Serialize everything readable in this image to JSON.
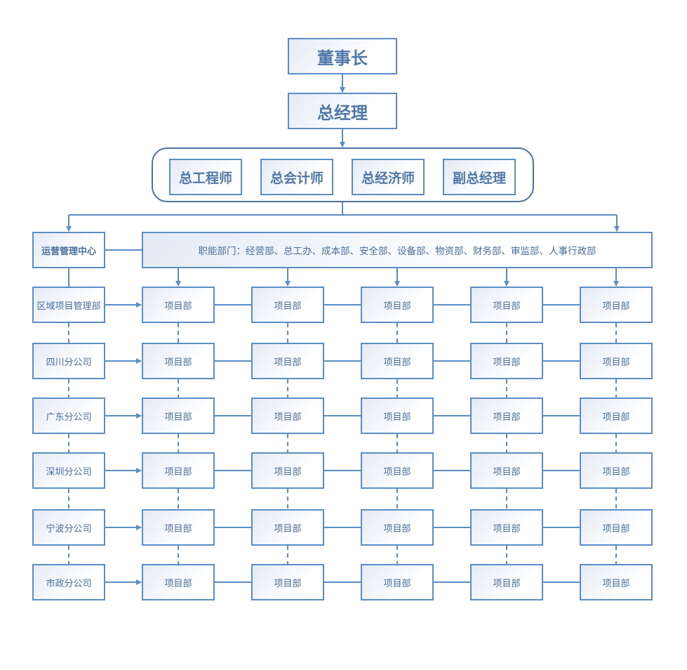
{
  "top": {
    "chairman": "董事长",
    "general_manager": "总经理"
  },
  "executives": [
    "总工程师",
    "总会计师",
    "总经济师",
    "副总经理"
  ],
  "operations_center": "运营管理中心",
  "functional_departments": "职能部门：经营部、总工办、成本部、安全部、设备部、物资部、财务部、审监部、人事行政部",
  "branches": [
    "区域项目管理部",
    "四川分公司",
    "广东分公司",
    "深圳分公司",
    "宁波分公司",
    "市政分公司"
  ],
  "project_label": "项目部",
  "project_columns": 5,
  "colors": {
    "line": "#5b8ec4",
    "text": "#4a6f9b"
  }
}
